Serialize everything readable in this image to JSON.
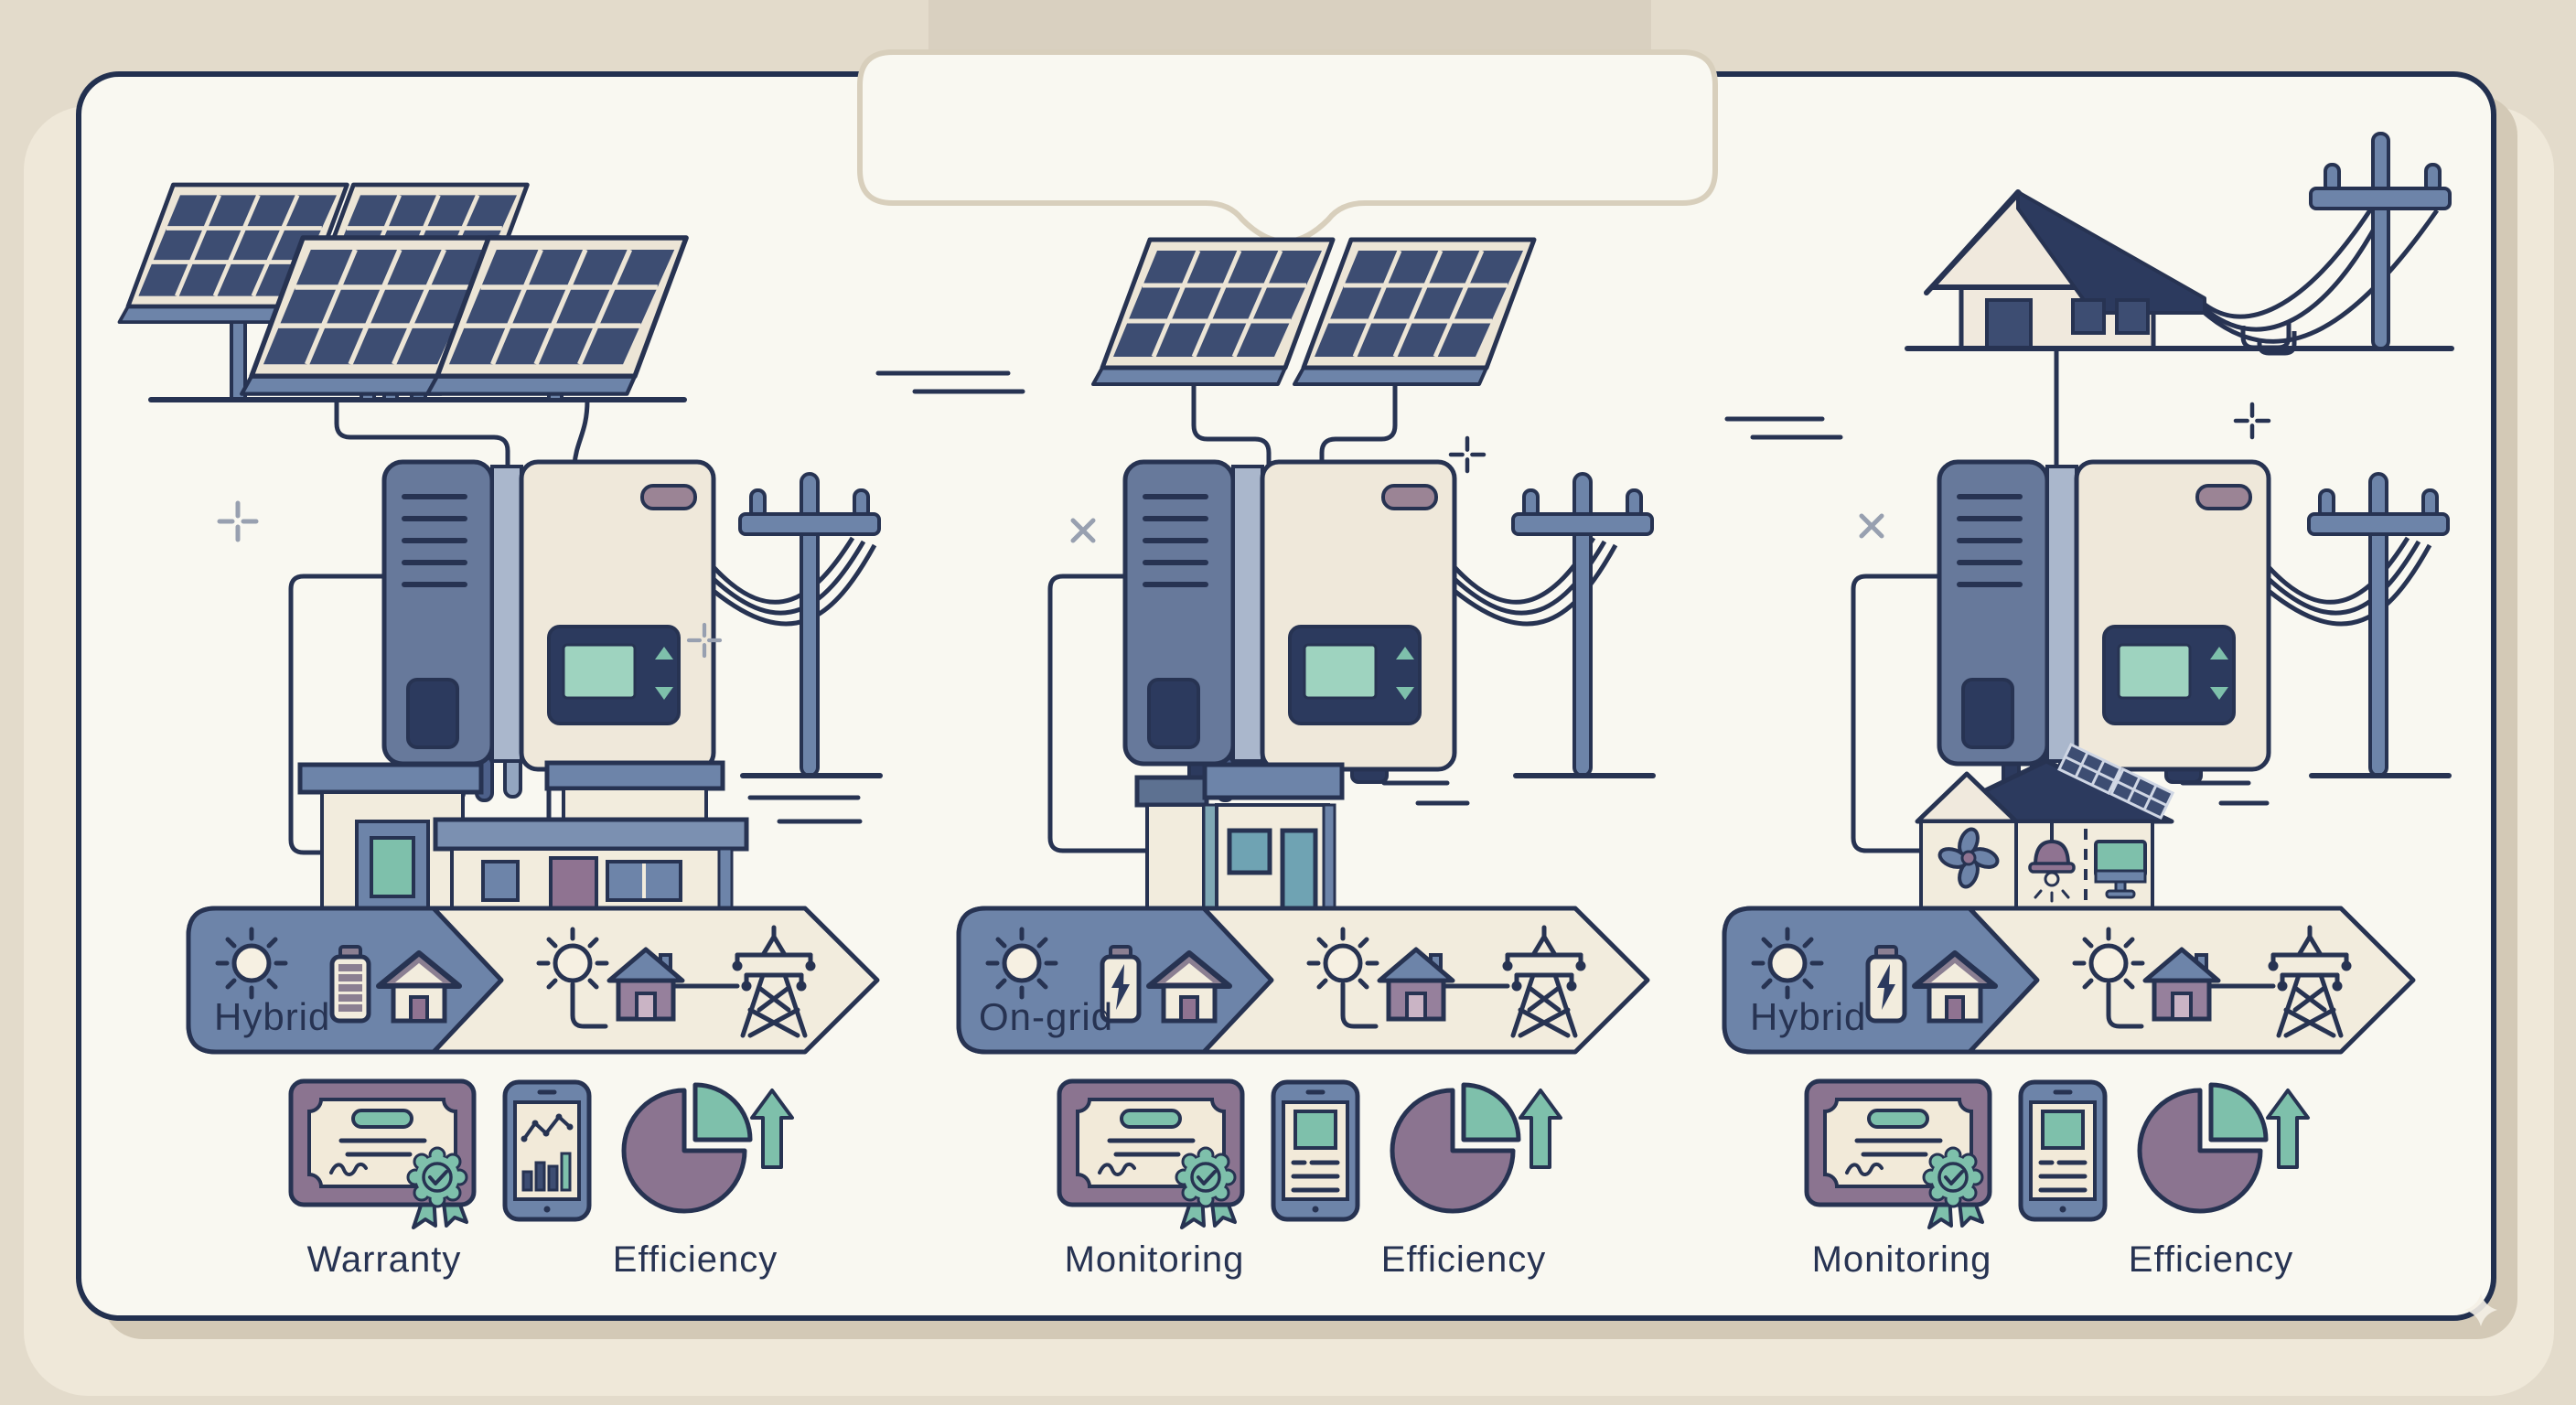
{
  "poster": {
    "type": "solar-inverter-types-infographic",
    "tab_label": "",
    "columns": [
      {
        "id": "column-1",
        "scene_top": "solar-panel-array",
        "mode_label": "Hybrid",
        "battery_icon_style": "charge-level-bars",
        "flow_icons": [
          "sun",
          "battery",
          "house",
          "sun",
          "house",
          "transmission-tower"
        ],
        "features": [
          {
            "icon": "certificate",
            "label": "Warranty"
          },
          {
            "icon": "pie-chart-arrow-up",
            "label": "Efficiency"
          }
        ]
      },
      {
        "id": "column-2",
        "scene_top": "two-solar-panels",
        "mode_label": "On-grid",
        "battery_icon_style": "lightning-bolt",
        "flow_icons": [
          "sun",
          "battery",
          "house",
          "sun",
          "house",
          "transmission-tower"
        ],
        "features": [
          {
            "icon": "certificate",
            "label": "Monitoring"
          },
          {
            "icon": "pie-chart-arrow-up",
            "label": "Efficiency"
          }
        ]
      },
      {
        "id": "column-3",
        "scene_top": "house-with-grid-connection",
        "mode_label": "Hybrid",
        "battery_icon_style": "lightning-bolt",
        "flow_icons": [
          "sun",
          "battery",
          "house",
          "sun",
          "house",
          "transmission-tower"
        ],
        "features": [
          {
            "icon": "certificate",
            "label": "Monitoring"
          },
          {
            "icon": "pie-chart-arrow-up",
            "label": "Efficiency"
          }
        ]
      }
    ],
    "colors": {
      "outline_navy": "#273352",
      "card_bg": "#f9f8f1",
      "page_bg": "#e3dbcb",
      "page_bg_light": "#efe8d9",
      "tab_beige": "#d9d0c0",
      "shadow": "#d3c9b6",
      "cream": "#f2ecdd",
      "blue": "#6d84a9",
      "blue_dark": "#5d7191",
      "panel_cell": "#3d4d72",
      "dark_navy_fill": "#2c3a5e",
      "teal": "#7ec0ab",
      "teal_blue": "#6fa3b3",
      "lcd_green": "#9ed3bf",
      "mauve": "#8f7391",
      "purple": "#8b7490",
      "gray_deco": "#98a0b0"
    }
  }
}
